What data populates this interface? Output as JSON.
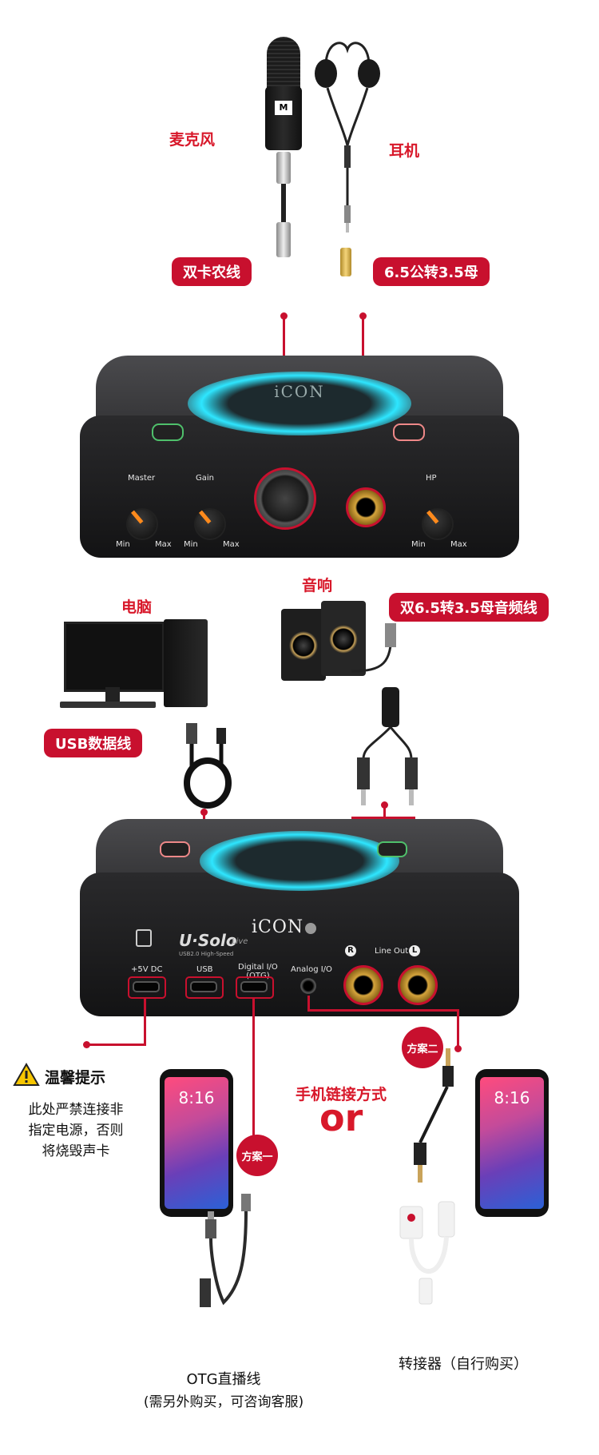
{
  "labels": {
    "microphone": "麦克风",
    "earphones": "耳机",
    "xlr_cable": "双卡农线",
    "adapter_65_35": "6.5公转3.5母",
    "computer": "电脑",
    "speakers": "音响",
    "dual_65_cable": "双6.5转3.5母音频线",
    "usb_cable": "USB数据线",
    "phone_method": "手机链接方式",
    "or": "or",
    "scheme_one": "方案一",
    "scheme_two": "方案二",
    "otg_cable": "OTG直播线",
    "otg_note": "(需另外购买，可咨询客服)",
    "converter": "转接器（自行购买）"
  },
  "warning": {
    "title": "温馨提示",
    "icon": "warning-triangle-icon",
    "lines": [
      "此处严禁连接非",
      "指定电源，否则",
      "将烧毁声卡"
    ]
  },
  "device_front": {
    "brand": "iCON",
    "knobs": [
      "Master",
      "Gain",
      "HP"
    ],
    "min": "Min",
    "max": "Max"
  },
  "device_back": {
    "brand": "iCON",
    "model": "U·Solo",
    "model_sub": "Live",
    "model_desc": "USB2.0 High-Speed",
    "ports": [
      "+5V DC",
      "USB",
      "Digital I/O\n(OTG)",
      "Analog I/O"
    ],
    "line_out": "Line Out",
    "r": "R",
    "l": "L"
  },
  "phone_time": "8:16",
  "colors": {
    "accent": "#c8102e",
    "glow": "#2ee6ff",
    "knob": "#ff8a1c"
  }
}
